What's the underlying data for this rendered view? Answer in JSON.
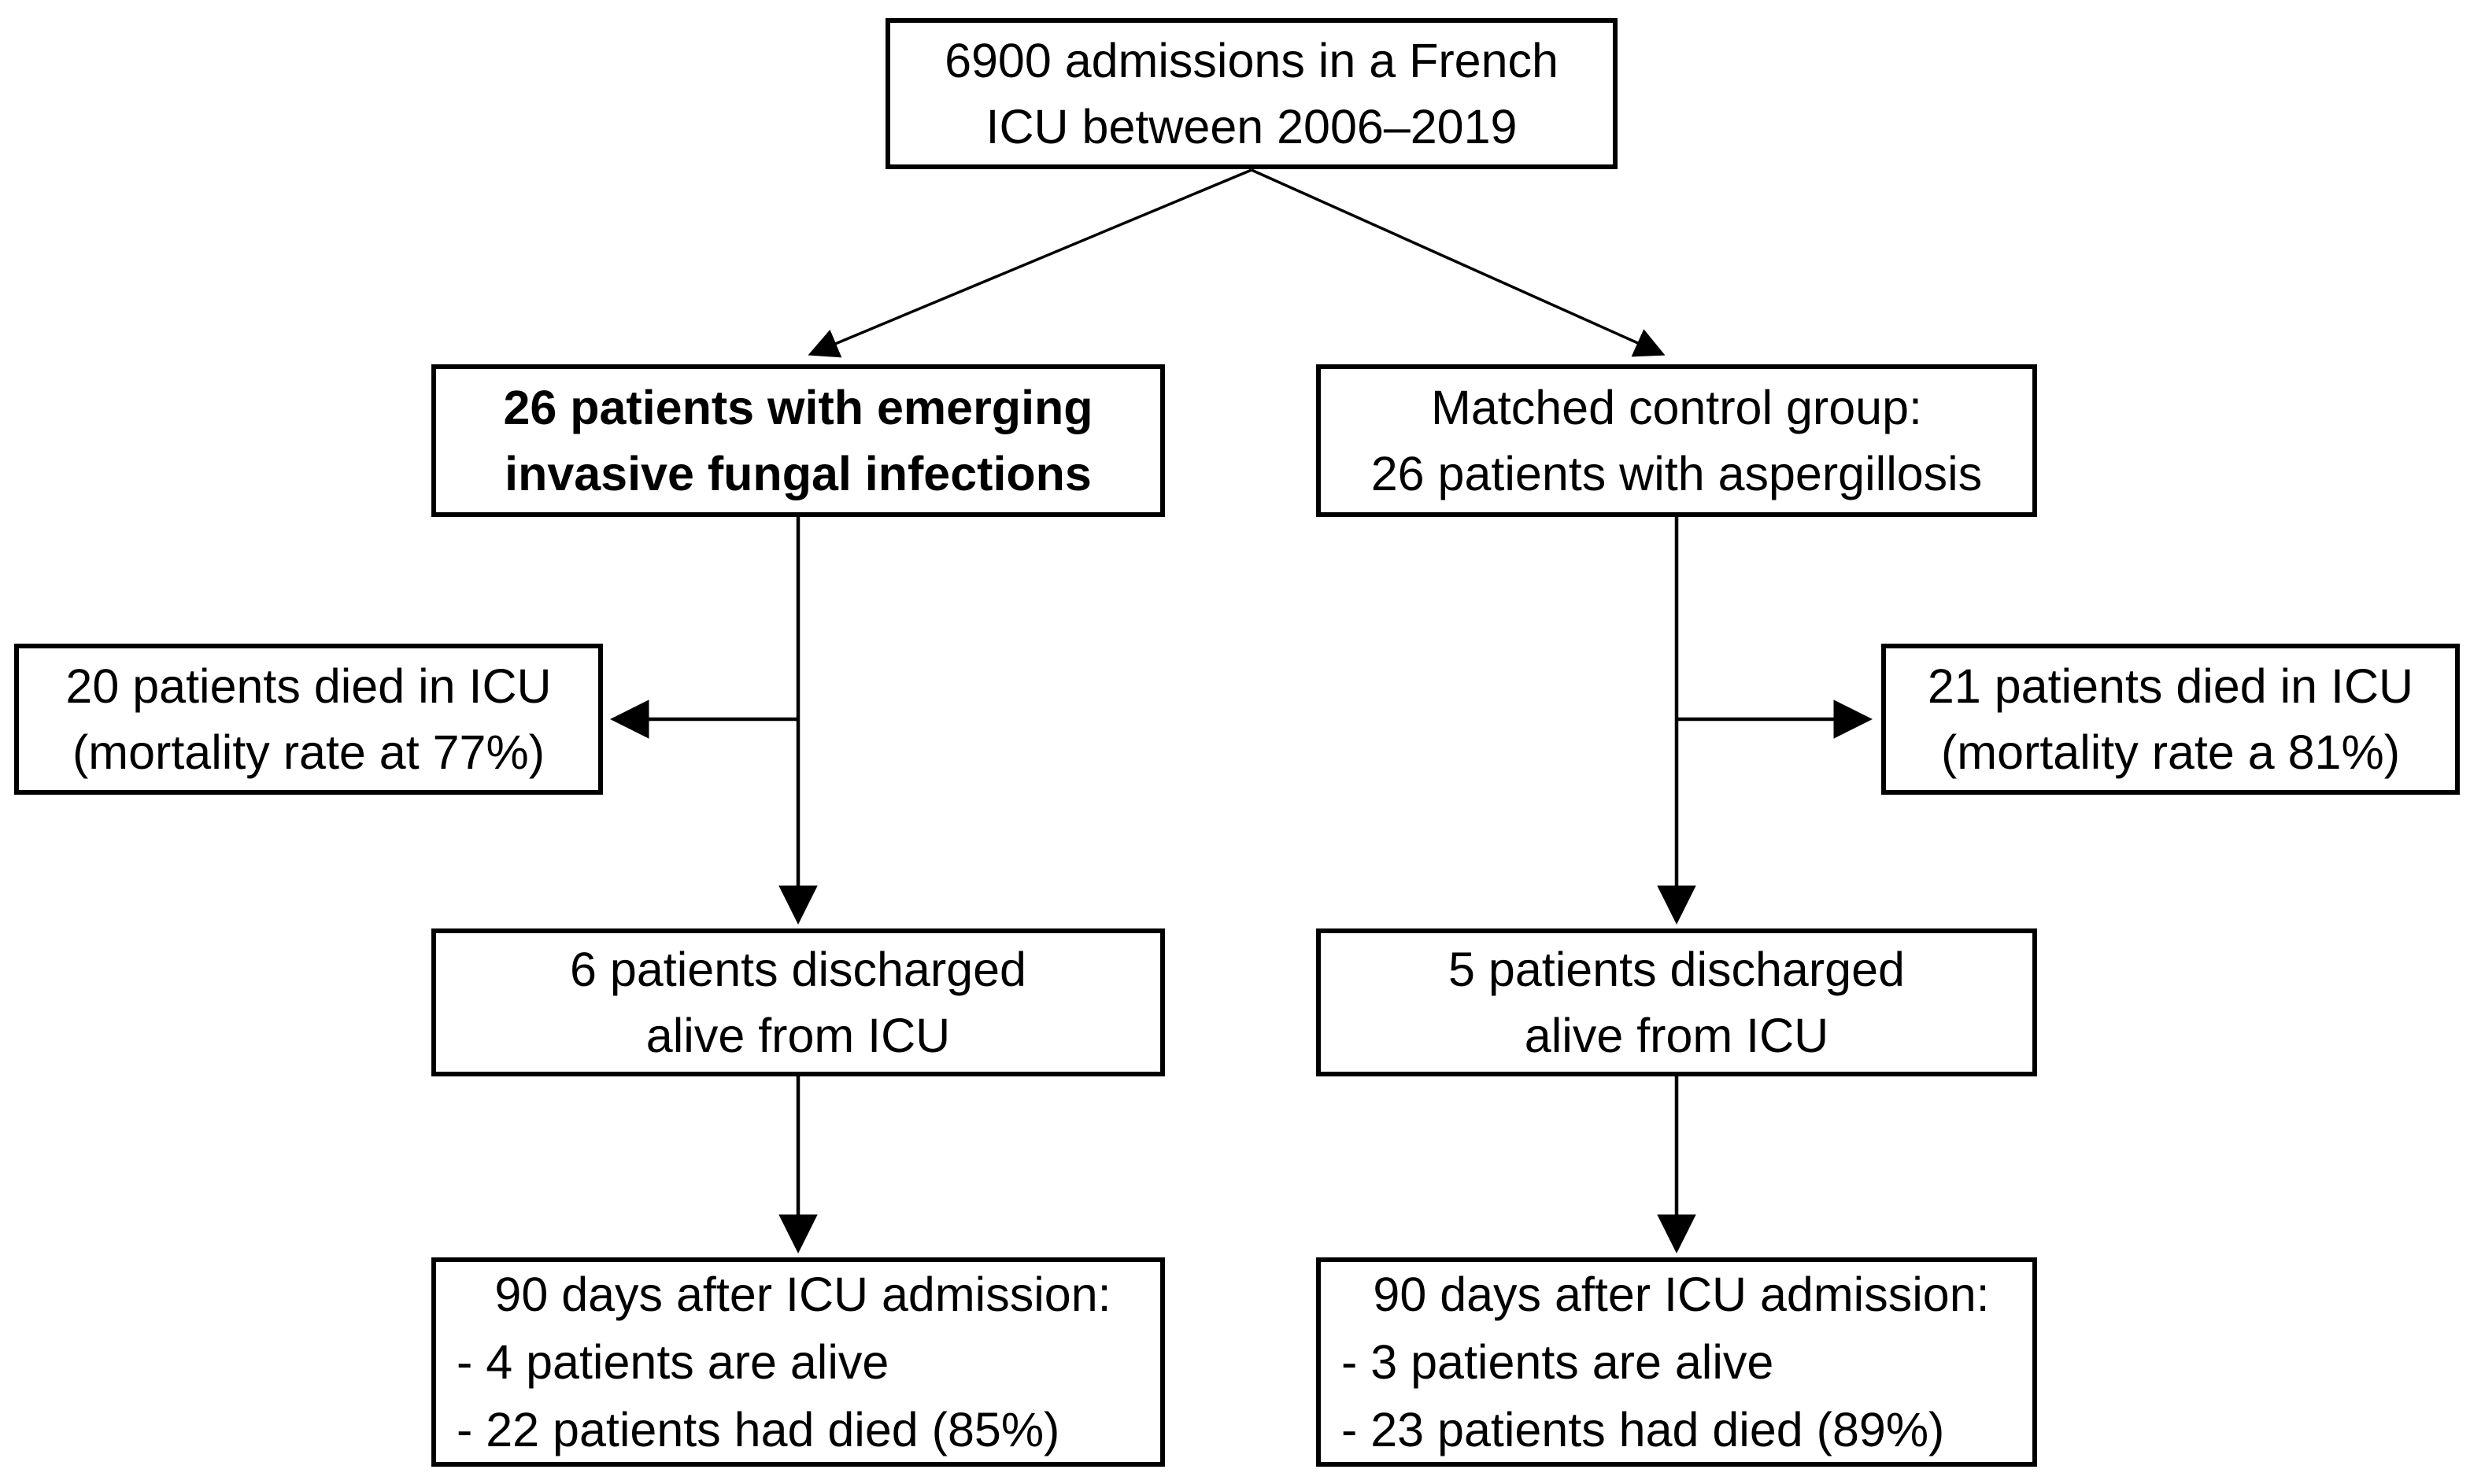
{
  "diagram": {
    "title_hint": "ICU emerging invasive fungal infections vs aspergillosis patient flow",
    "colors": {
      "background": "#ffffff",
      "box_border": "#000000",
      "text": "#000000",
      "connector": "#000000"
    },
    "nodes": {
      "admissions": {
        "line1": "6900 admissions in a French",
        "line2": "ICU between 2006–2019"
      },
      "fungal_group": {
        "line1": "26 patients with emerging",
        "line2": "invasive fungal infections"
      },
      "control_group": {
        "line1": "Matched control group:",
        "line2": "26 patients with aspergillosis"
      },
      "fungal_died_icu": {
        "line1": "20 patients died in ICU",
        "line2": "(mortality rate at 77%)"
      },
      "control_died_icu": {
        "line1": "21 patients died in ICU",
        "line2": "(mortality rate a 81%)"
      },
      "fungal_discharged": {
        "line1": "6 patients discharged",
        "line2": "alive from ICU"
      },
      "control_discharged": {
        "line1": "5 patients discharged",
        "line2": "alive from ICU"
      },
      "fungal_90days": {
        "line1": "90 days after ICU admission:",
        "line2": "- 4 patients are alive",
        "line3": "- 22 patients had died (85%)"
      },
      "control_90days": {
        "line1": "90 days after ICU admission:",
        "line2": "- 3 patients are alive",
        "line3": "- 23 patients had died (89%)"
      }
    }
  }
}
